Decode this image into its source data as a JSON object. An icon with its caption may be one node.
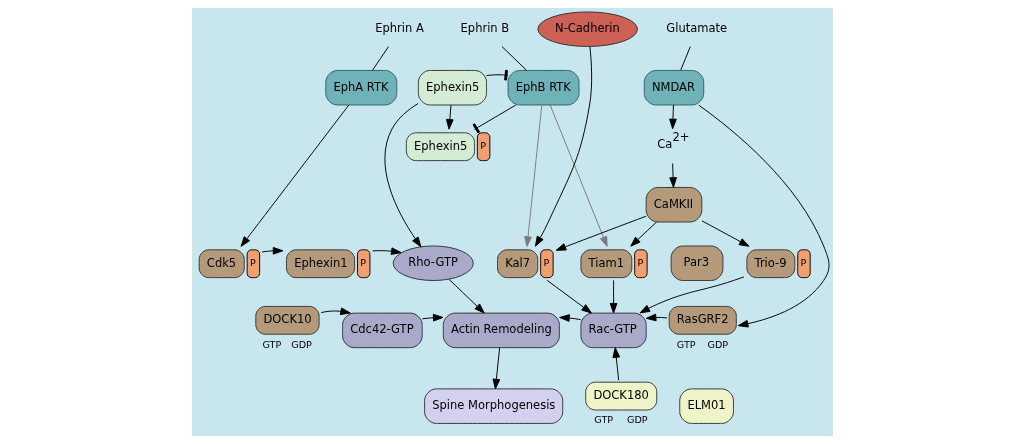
{
  "diagram": {
    "nodes": [
      {
        "text": [
          "Ephrin A"
        ]
      },
      {
        "text": [
          "EphA RTK"
        ]
      },
      {
        "text": [
          "Ephrin B"
        ]
      },
      {
        "text": [
          "EphB RTK"
        ]
      },
      {
        "text": [
          "Ephexin5"
        ]
      },
      {
        "text": [
          "N-Cadherin"
        ]
      },
      {
        "text": [
          "Glutamate"
        ]
      },
      {
        "text": [
          "NMDAR"
        ]
      },
      {
        "text": [
          "Ca$^{2+}$"
        ]
      },
      {
        "text": [
          "Ephexin5"
        ],
        "beside": [
          "P"
        ]
      },
      {
        "text": [
          "CaMKII"
        ]
      },
      {
        "text": [
          "Cdk5"
        ],
        "beside": [
          "P"
        ]
      },
      {
        "text": [
          "Ephexin1"
        ],
        "beside": [
          "P"
        ]
      },
      {
        "text": [
          "Rho-GTP"
        ]
      },
      {
        "text": [
          "Kal7"
        ],
        "beside": [
          "P"
        ]
      },
      {
        "text": [
          "Tiam1"
        ],
        "beside": [
          "P"
        ]
      },
      {
        "text": [
          "Par3"
        ]
      },
      {
        "text": [
          "Trio-9"
        ],
        "beside": [
          "P"
        ]
      },
      {
        "text": [
          "DOCK10"
        ],
        "beside": [
          "GTP",
          "GDP"
        ]
      },
      {
        "text": [
          "Cdc42-GTP"
        ]
      },
      {
        "text": [
          "Actin Remodeling"
        ]
      },
      {
        "text": [
          "Rac-GTP"
        ]
      },
      {
        "text": [
          "RasGRF2"
        ],
        "beside": [
          "GTP",
          "GDP"
        ]
      },
      {
        "text": [
          "Spine Morphogenesis"
        ]
      },
      {
        "text": [
          "DOCK180"
        ],
        "beside": [
          "GTP",
          "GDP"
        ]
      },
      {
        "text": [
          "ELM01"
        ]
      }
    ],
    "edges": [
      {
        "from": 0,
        "to": 1,
        "arrow": "none"
      },
      {
        "from": 2,
        "to": 3,
        "arrow": "none"
      },
      {
        "from": 6,
        "to": 7,
        "arrow": "none"
      },
      {
        "from": 1,
        "to": 11,
        "arrow": "to"
      },
      {
        "from": 4,
        "to": 3,
        "arrow": "other"
      },
      {
        "from": 4,
        "to": 9,
        "arrow": "to"
      },
      {
        "from": 3,
        "to": 9,
        "arrow": "other"
      },
      {
        "from": 4,
        "to": 13,
        "arrow": "to"
      },
      {
        "from": 3,
        "to": 14,
        "arrow": "to",
        "color": "#7a7a7a"
      },
      {
        "from": 3,
        "to": 15,
        "arrow": "to",
        "color": "#7a7a7a"
      },
      {
        "from": 5,
        "to": 14,
        "arrow": "to"
      },
      {
        "from": 7,
        "to": 8,
        "arrow": "to"
      },
      {
        "from": 8,
        "to": 10,
        "arrow": "to"
      },
      {
        "from": 10,
        "to": 14,
        "arrow": "to"
      },
      {
        "from": 10,
        "to": 15,
        "arrow": "to"
      },
      {
        "from": 10,
        "to": 17,
        "arrow": "to"
      },
      {
        "from": 7,
        "to": 22,
        "arrow": "to"
      },
      {
        "from": 11,
        "to": 12,
        "arrow": "to"
      },
      {
        "from": 12,
        "to": 13,
        "arrow": "to"
      },
      {
        "from": 13,
        "to": 20,
        "arrow": "to"
      },
      {
        "from": 18,
        "to": 19,
        "arrow": "to"
      },
      {
        "from": 19,
        "to": 20,
        "arrow": "to"
      },
      {
        "from": 14,
        "to": 21,
        "arrow": "to"
      },
      {
        "from": 15,
        "to": 21,
        "arrow": "to"
      },
      {
        "from": 17,
        "to": 21,
        "arrow": "to"
      },
      {
        "from": 22,
        "to": 21,
        "arrow": "to"
      },
      {
        "from": 24,
        "to": 21,
        "arrow": "to"
      },
      {
        "from": 21,
        "to": 20,
        "arrow": "to"
      },
      {
        "from": 20,
        "to": 23,
        "arrow": "to"
      }
    ]
  }
}
